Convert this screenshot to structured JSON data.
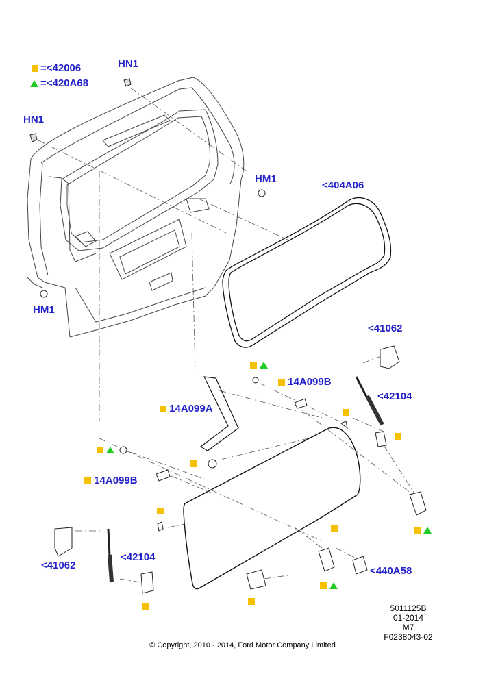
{
  "legend": [
    {
      "symbol": "square",
      "text": "=<42006"
    },
    {
      "symbol": "triangle",
      "text": "=<420A68"
    }
  ],
  "callouts": {
    "hn1_top": "HN1",
    "hn1_left": "HN1",
    "hm1_right": "HM1",
    "hm1_left": "HM1",
    "seal": "<404A06",
    "hinge_right": "<41062",
    "strut_right": "<42104",
    "molding_right": "14A099B",
    "molding_a": "14A099A",
    "molding_left": "14A099B",
    "hinge_left": "<41062",
    "strut_left": "<42104",
    "bracket": "<440A58"
  },
  "colors": {
    "callout": "#2323c8",
    "square": "#f4c000",
    "triangle": "#22cc22"
  },
  "meta": {
    "part_no": "5011125B",
    "date": "01-2014",
    "model": "M7",
    "figure": "F0238043-02"
  },
  "copyright": "© Copyright, 2010 - 2014, Ford Motor Company Limited"
}
